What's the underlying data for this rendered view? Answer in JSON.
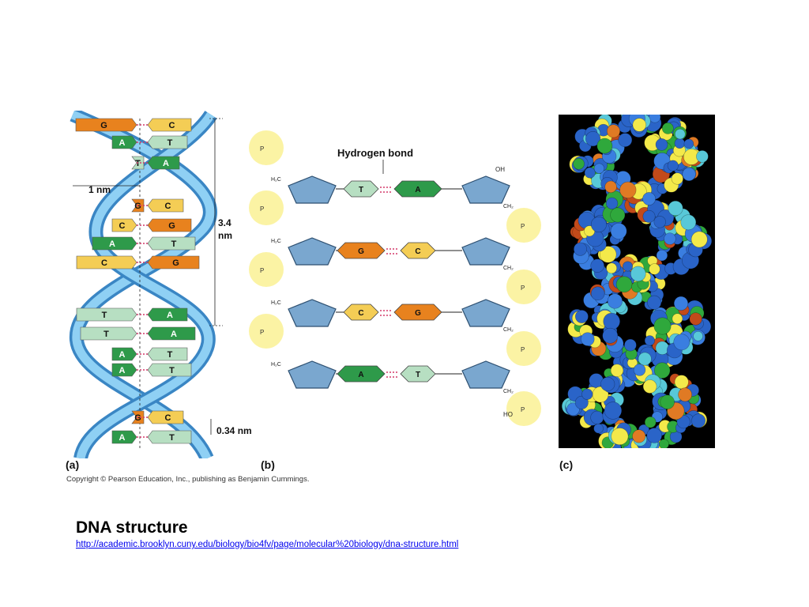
{
  "slide": {
    "title": "DNA structure",
    "source_url": "http://academic.brooklyn.cuny.edu/biology/bio4fv/page/molecular%20biology/dna-structure.html"
  },
  "figure": {
    "copyright": "Copyright © Pearson Education, Inc., publishing as Benjamin Cummings.",
    "panel_a": {
      "label": "(a)",
      "width_label": "1 nm",
      "pitch_label_line1": "3.4",
      "pitch_label_line2": "nm",
      "rise_label": "0.34 nm",
      "base_pairs": [
        {
          "left": "G",
          "right": "C"
        },
        {
          "left": "A",
          "right": "T"
        },
        {
          "left": "T",
          "right": "A"
        },
        {
          "left": "G",
          "right": "C"
        },
        {
          "left": "C",
          "right": "G"
        },
        {
          "left": "A",
          "right": "T"
        },
        {
          "left": "C",
          "right": "G"
        },
        {
          "left": "T",
          "right": "A"
        },
        {
          "left": "T",
          "right": "A"
        },
        {
          "left": "A",
          "right": "T"
        },
        {
          "left": "A",
          "right": "T"
        },
        {
          "left": "G",
          "right": "C"
        },
        {
          "left": "A",
          "right": "T"
        }
      ]
    },
    "panel_b": {
      "label": "(b)",
      "hydrogen_bond_label": "Hydrogen bond",
      "pairs": [
        {
          "left": "T",
          "right": "A"
        },
        {
          "left": "G",
          "right": "C"
        },
        {
          "left": "C",
          "right": "G"
        },
        {
          "left": "A",
          "right": "T"
        }
      ],
      "oh_label": "OH",
      "ch2_label": "CH₂",
      "h2c_label": "H₂C",
      "ho_label": "HO"
    },
    "panel_c": {
      "label": "(c)"
    }
  },
  "colors": {
    "backbone": "#5aa9dc",
    "guanine": "#e8821e",
    "cytosine": "#f4cd55",
    "adenine": "#2e9a4a",
    "thymine": "#b7dfc2",
    "hbond": "#d43a6a",
    "phosphate_glow": "#fbf29a",
    "link": "#0000ee"
  }
}
